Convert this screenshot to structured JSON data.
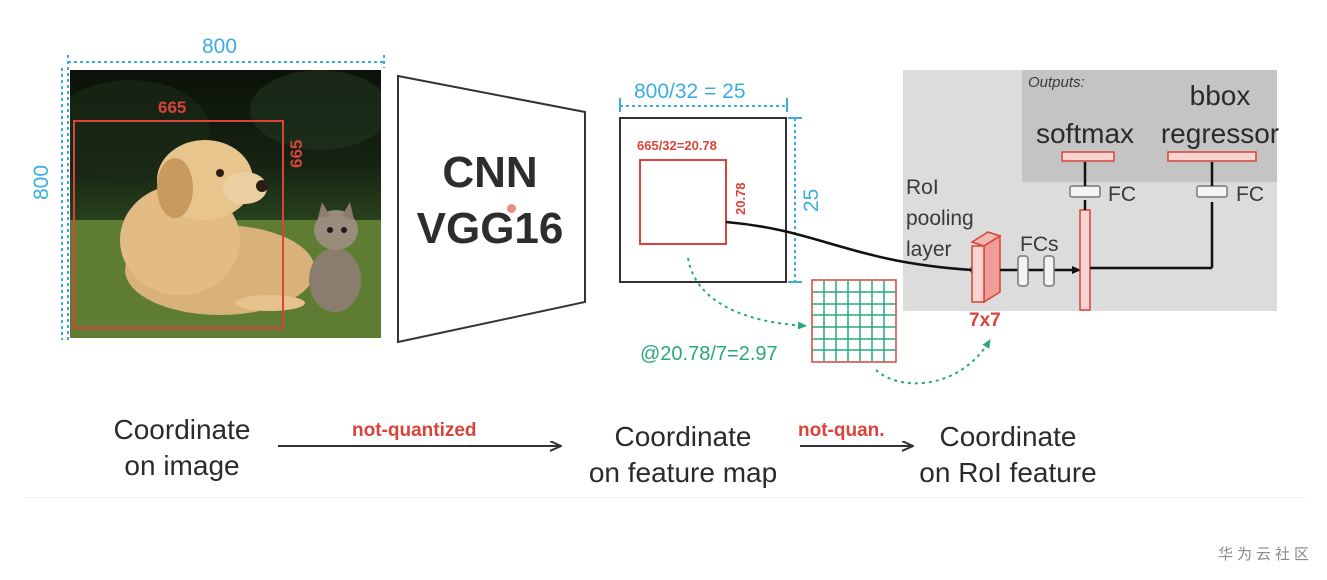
{
  "image_section": {
    "width_label": "800",
    "height_label": "800",
    "roi_width_label": "665",
    "roi_height_label": "665"
  },
  "cnn": {
    "line1": "CNN",
    "line2": "VGG16"
  },
  "feature_map": {
    "width_label": "800/32 = 25",
    "height_label": "25",
    "roi_width_label": "665/32=20.78",
    "roi_height_label": "20.78"
  },
  "pooling_grid": {
    "cell_label": "@20.78/7=2.97",
    "size_label": "7x7"
  },
  "head": {
    "outputs_label": "Outputs:",
    "softmax_label": "softmax",
    "bbox_line1": "bbox",
    "bbox_line2": "regressor",
    "roi_line1": "RoI",
    "roi_line2": "pooling",
    "roi_line3": "layer",
    "fcs_label": "FCs",
    "fc_label_1": "FC",
    "fc_label_2": "FC"
  },
  "pipeline": {
    "step1_line1": "Coordinate",
    "step1_line2": "on image",
    "arrow1_label": "not-quantized",
    "step2_line1": "Coordinate",
    "step2_line2": "on feature map",
    "arrow2_label": "not-quan.",
    "step3_line1": "Coordinate",
    "step3_line2": "on RoI feature"
  },
  "watermark": "华为云社区",
  "colors": {
    "cyan": "#3aaee0",
    "red": "#d9433a",
    "green": "#2aa87a",
    "gray_panel": "#dcdcdc",
    "gray_dark": "#c4c4c4"
  }
}
